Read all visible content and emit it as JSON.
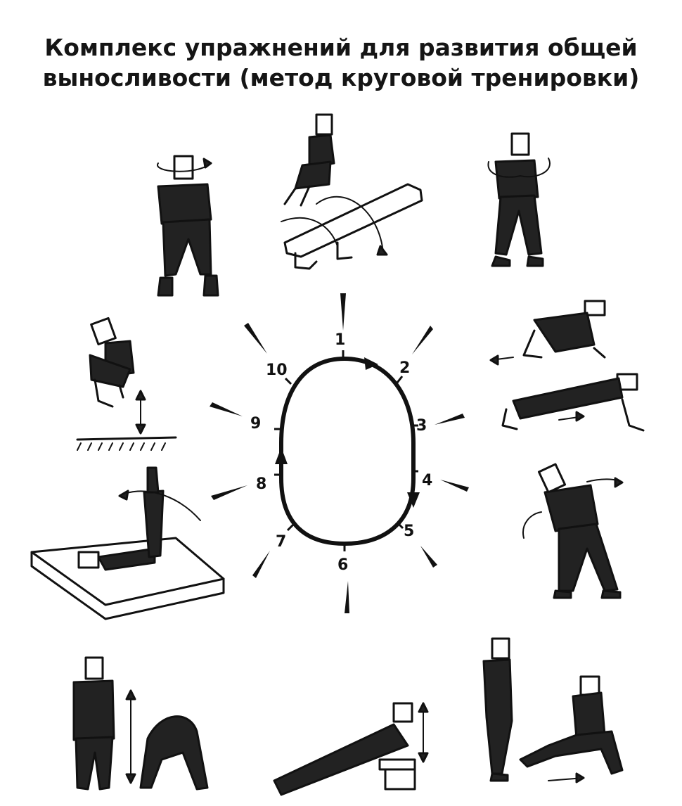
{
  "title": {
    "line1": "Комплекс упражнений для развития общей",
    "line2": "выносливости (метод круговой тренировки)"
  },
  "stations": [
    {
      "label": "1"
    },
    {
      "label": "2"
    },
    {
      "label": "3"
    },
    {
      "label": "4"
    },
    {
      "label": "5"
    },
    {
      "label": "6"
    },
    {
      "label": "7"
    },
    {
      "label": "8"
    },
    {
      "label": "9"
    },
    {
      "label": "10"
    }
  ],
  "figures": [
    {
      "name": "figure-bench-jump"
    },
    {
      "name": "figure-arm-circles"
    },
    {
      "name": "figure-crawl-pushup"
    },
    {
      "name": "figure-side-bend"
    },
    {
      "name": "figure-lunge"
    },
    {
      "name": "figure-bench-pushup"
    },
    {
      "name": "figure-forward-bend"
    },
    {
      "name": "figure-mat-leg-raise"
    },
    {
      "name": "figure-squat-jump"
    },
    {
      "name": "figure-head-rotation"
    }
  ],
  "colors": {
    "ink": "#111111",
    "paper": "#ffffff"
  }
}
